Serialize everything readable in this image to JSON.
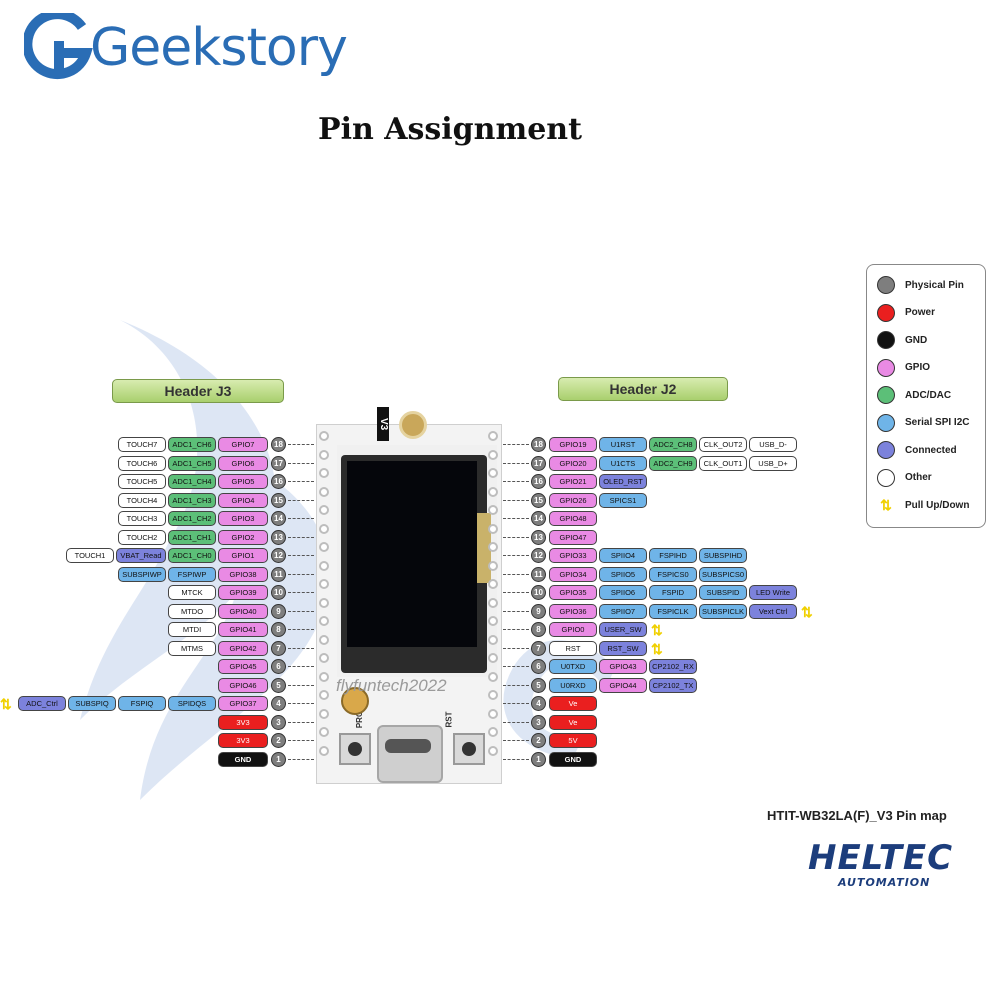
{
  "brand": {
    "name": "Geekstory"
  },
  "title": "Pin Assignment",
  "watermark": "flyfuntech2022",
  "headers": {
    "left": "Header J3",
    "right": "Header J2"
  },
  "board": {
    "label": "V3",
    "button_left": "PRG",
    "button_right": "RST"
  },
  "colors": {
    "physical": "#7e7e7e",
    "power": "#ea1f1f",
    "gnd": "#111111",
    "gpio": "#e98ae4",
    "adc": "#5cbf78",
    "spi": "#6fb4e8",
    "connected": "#7c82dc",
    "other": "#ffffff",
    "pull": "#f0d000"
  },
  "legend": [
    {
      "type": "physical",
      "label": "Physical Pin"
    },
    {
      "type": "power",
      "label": "Power"
    },
    {
      "type": "gnd",
      "label": "GND"
    },
    {
      "type": "gpio",
      "label": "GPIO"
    },
    {
      "type": "adc",
      "label": "ADC/DAC"
    },
    {
      "type": "spi",
      "label": "Serial SPI I2C"
    },
    {
      "type": "conn",
      "label": "Connected"
    },
    {
      "type": "other",
      "label": "Other"
    },
    {
      "type": "pull",
      "label": "Pull Up/Down"
    }
  ],
  "header_j3": [
    {
      "num": "18",
      "labels": [
        [
          "GPIO7",
          "gpio"
        ],
        [
          "ADC1_CH6",
          "adc"
        ],
        [
          "TOUCH7",
          "other"
        ]
      ]
    },
    {
      "num": "17",
      "labels": [
        [
          "GPIO6",
          "gpio"
        ],
        [
          "ADC1_CH5",
          "adc"
        ],
        [
          "TOUCH6",
          "other"
        ]
      ]
    },
    {
      "num": "16",
      "labels": [
        [
          "GPIO5",
          "gpio"
        ],
        [
          "ADC1_CH4",
          "adc"
        ],
        [
          "TOUCH5",
          "other"
        ]
      ]
    },
    {
      "num": "15",
      "labels": [
        [
          "GPIO4",
          "gpio"
        ],
        [
          "ADC1_CH3",
          "adc"
        ],
        [
          "TOUCH4",
          "other"
        ]
      ]
    },
    {
      "num": "14",
      "labels": [
        [
          "GPIO3",
          "gpio"
        ],
        [
          "ADC1_CH2",
          "adc"
        ],
        [
          "TOUCH3",
          "other"
        ]
      ]
    },
    {
      "num": "13",
      "labels": [
        [
          "GPIO2",
          "gpio"
        ],
        [
          "ADC1_CH1",
          "adc"
        ],
        [
          "TOUCH2",
          "other"
        ]
      ]
    },
    {
      "num": "12",
      "labels": [
        [
          "GPIO1",
          "gpio"
        ],
        [
          "ADC1_CH0",
          "adc"
        ],
        [
          "VBAT_Read",
          "conn"
        ],
        [
          "TOUCH1",
          "other"
        ]
      ]
    },
    {
      "num": "11",
      "labels": [
        [
          "GPIO38",
          "gpio"
        ],
        [
          "FSPIWP",
          "spi"
        ],
        [
          "SUBSPIWP",
          "spi"
        ]
      ]
    },
    {
      "num": "10",
      "labels": [
        [
          "GPIO39",
          "gpio"
        ],
        [
          "MTCK",
          "other"
        ]
      ]
    },
    {
      "num": "9",
      "labels": [
        [
          "GPIO40",
          "gpio"
        ],
        [
          "MTDO",
          "other"
        ]
      ]
    },
    {
      "num": "8",
      "labels": [
        [
          "GPIO41",
          "gpio"
        ],
        [
          "MTDI",
          "other"
        ]
      ]
    },
    {
      "num": "7",
      "labels": [
        [
          "GPIO42",
          "gpio"
        ],
        [
          "MTMS",
          "other"
        ]
      ]
    },
    {
      "num": "6",
      "labels": [
        [
          "GPIO45",
          "gpio"
        ]
      ]
    },
    {
      "num": "5",
      "labels": [
        [
          "GPIO46",
          "gpio"
        ]
      ]
    },
    {
      "num": "4",
      "labels": [
        [
          "GPIO37",
          "gpio"
        ],
        [
          "SPIDQS",
          "spi"
        ],
        [
          "FSPIQ",
          "spi"
        ],
        [
          "SUBSPIQ",
          "spi"
        ],
        [
          "ADC_Ctrl",
          "conn"
        ]
      ],
      "pull": true
    },
    {
      "num": "3",
      "labels": [
        [
          "3V3",
          "power"
        ]
      ]
    },
    {
      "num": "2",
      "labels": [
        [
          "3V3",
          "power"
        ]
      ]
    },
    {
      "num": "1",
      "labels": [
        [
          "GND",
          "gnd"
        ]
      ]
    }
  ],
  "header_j2": [
    {
      "num": "18",
      "labels": [
        [
          "GPIO19",
          "gpio"
        ],
        [
          "U1RST",
          "spi"
        ],
        [
          "ADC2_CH8",
          "adc"
        ],
        [
          "CLK_OUT2",
          "other"
        ],
        [
          "USB_D-",
          "other"
        ]
      ]
    },
    {
      "num": "17",
      "labels": [
        [
          "GPIO20",
          "gpio"
        ],
        [
          "U1CTS",
          "spi"
        ],
        [
          "ADC2_CH9",
          "adc"
        ],
        [
          "CLK_OUT1",
          "other"
        ],
        [
          "USB_D+",
          "other"
        ]
      ]
    },
    {
      "num": "16",
      "labels": [
        [
          "GPIO21",
          "gpio"
        ],
        [
          "OLED_RST",
          "conn"
        ]
      ]
    },
    {
      "num": "15",
      "labels": [
        [
          "GPIO26",
          "gpio"
        ],
        [
          "SPICS1",
          "spi"
        ]
      ]
    },
    {
      "num": "14",
      "labels": [
        [
          "GPIO48",
          "gpio"
        ]
      ]
    },
    {
      "num": "13",
      "labels": [
        [
          "GPIO47",
          "gpio"
        ]
      ]
    },
    {
      "num": "12",
      "labels": [
        [
          "GPIO33",
          "gpio"
        ],
        [
          "SPIIO4",
          "spi"
        ],
        [
          "FSPIHD",
          "spi"
        ],
        [
          "SUBSPIHD",
          "spi"
        ]
      ]
    },
    {
      "num": "11",
      "labels": [
        [
          "GPIO34",
          "gpio"
        ],
        [
          "SPIIO5",
          "spi"
        ],
        [
          "FSPICS0",
          "spi"
        ],
        [
          "SUBSPICS0",
          "spi"
        ]
      ]
    },
    {
      "num": "10",
      "labels": [
        [
          "GPIO35",
          "gpio"
        ],
        [
          "SPIIO6",
          "spi"
        ],
        [
          "FSPID",
          "spi"
        ],
        [
          "SUBSPID",
          "spi"
        ],
        [
          "LED Write",
          "conn"
        ]
      ]
    },
    {
      "num": "9",
      "labels": [
        [
          "GPIO36",
          "gpio"
        ],
        [
          "SPIIO7",
          "spi"
        ],
        [
          "FSPICLK",
          "spi"
        ],
        [
          "SUBSPICLK",
          "spi"
        ],
        [
          "Vext Ctrl",
          "conn"
        ]
      ],
      "pull": true
    },
    {
      "num": "8",
      "labels": [
        [
          "GPIO0",
          "gpio"
        ],
        [
          "USER_SW",
          "conn"
        ]
      ],
      "pull": true
    },
    {
      "num": "7",
      "labels": [
        [
          "RST",
          "other"
        ],
        [
          "RST_SW",
          "conn"
        ]
      ],
      "pull": true
    },
    {
      "num": "6",
      "labels": [
        [
          "U0TXD",
          "spi"
        ],
        [
          "GPIO43",
          "gpio"
        ],
        [
          "CP2102_RX",
          "conn"
        ]
      ]
    },
    {
      "num": "5",
      "labels": [
        [
          "U0RXD",
          "spi"
        ],
        [
          "GPIO44",
          "gpio"
        ],
        [
          "CP2102_TX",
          "conn"
        ]
      ]
    },
    {
      "num": "4",
      "labels": [
        [
          "Ve",
          "power"
        ]
      ]
    },
    {
      "num": "3",
      "labels": [
        [
          "Ve",
          "power"
        ]
      ]
    },
    {
      "num": "2",
      "labels": [
        [
          "5V",
          "power"
        ]
      ]
    },
    {
      "num": "1",
      "labels": [
        [
          "GND",
          "gnd"
        ]
      ]
    }
  ],
  "footer": {
    "pinmap": "HTIT-WB32LA(F)_V3 Pin map",
    "logo_main": "HELTEC",
    "logo_sub": "AUTOMATION"
  }
}
